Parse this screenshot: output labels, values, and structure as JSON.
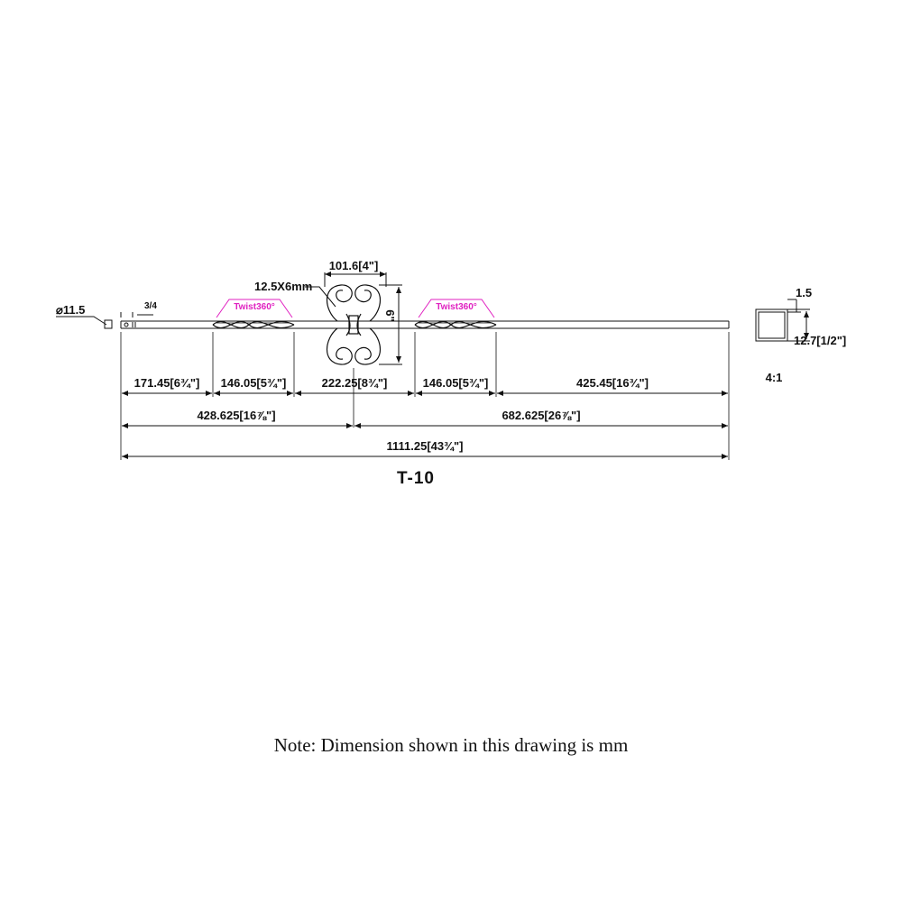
{
  "drawing": {
    "title": "T-10",
    "note": "Note: Dimension shown in this drawing is mm",
    "scale_label": "4:1",
    "colors": {
      "line": "#111111",
      "twist_label": "#e020c0"
    },
    "callouts": {
      "hole_diameter": "11.5",
      "hole_offset": "3/4",
      "scroll_width": "101.6[4\"]",
      "scroll_bar": "12.5X6mm",
      "scroll_height": "6\"",
      "twist_left": "Twist360°",
      "twist_right": "Twist360°",
      "tube_wall": "1.5",
      "tube_size": "12.7[1/2\"]"
    },
    "segments": {
      "seg1": "171.45[6¾\"]",
      "seg2": "146.05[5¾\"]",
      "seg3": "222.25[8¾\"]",
      "seg4": "146.05[5¾\"]",
      "seg5": "425.45[16¾\"]",
      "left_total": "428.625[16⅞\"]",
      "right_total": "682.625[26⅞\"]",
      "overall": "1111.25[43¾\"]"
    }
  }
}
